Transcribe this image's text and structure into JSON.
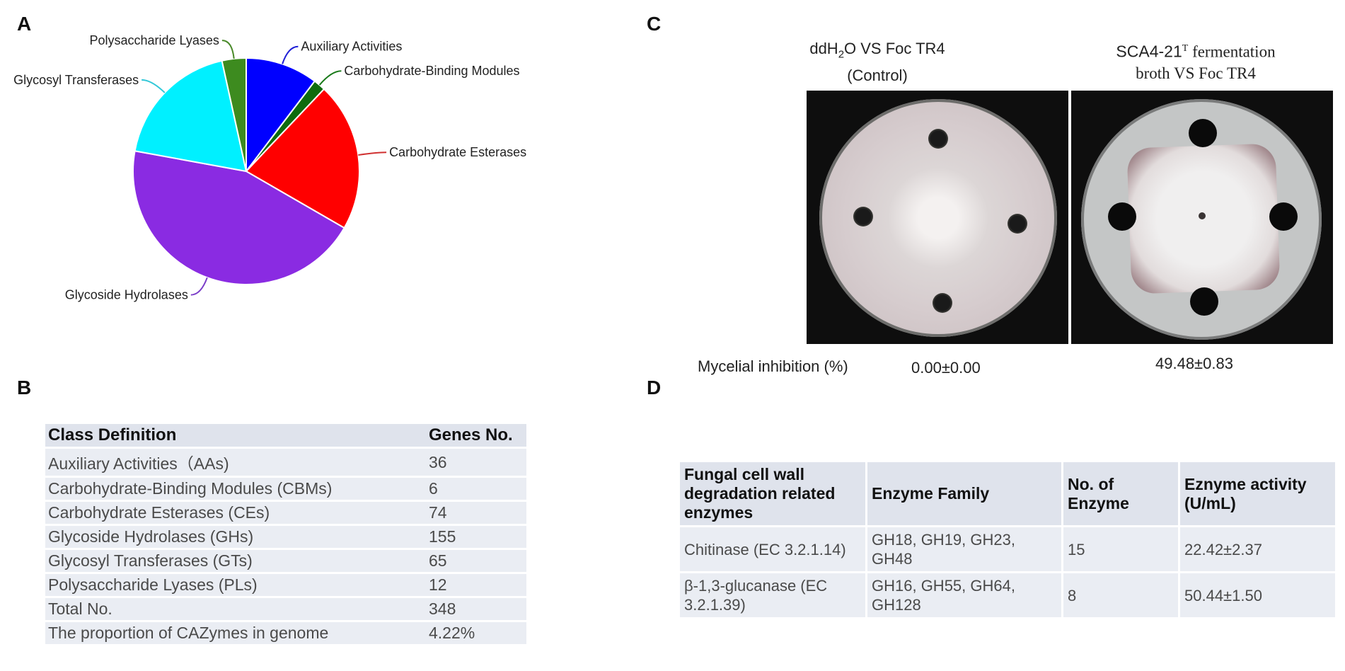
{
  "panels": {
    "a": "A",
    "b": "B",
    "c": "C",
    "d": "D"
  },
  "chart_data": {
    "type": "pie",
    "slices": [
      {
        "label": "Auxiliary Activities",
        "value": 36,
        "color": "#0000ff",
        "leader": "#1f1fd6"
      },
      {
        "label": "Carbohydrate-Binding Modules",
        "value": 6,
        "color": "#0e6b0e",
        "leader": "#1a7a1a"
      },
      {
        "label": "Carbohydrate Esterases",
        "value": 74,
        "color": "#ff0000",
        "leader": "#d03030"
      },
      {
        "label": "Glycoside Hydrolases",
        "value": 155,
        "color": "#8a2be2",
        "leader": "#7a3cc8"
      },
      {
        "label": "Glycosyl Transferases",
        "value": 65,
        "color": "#00f0ff",
        "leader": "#33c8d8"
      },
      {
        "label": "Polysaccharide Lyases",
        "value": 12,
        "color": "#3d8b1f",
        "leader": "#4a8a2a"
      }
    ]
  },
  "table_b": {
    "headers": [
      "Class Definition",
      "Genes No."
    ],
    "rows": [
      [
        "Auxiliary Activities（AAs)",
        "36"
      ],
      [
        "Carbohydrate-Binding Modules (CBMs)",
        "6"
      ],
      [
        "Carbohydrate Esterases (CEs)",
        "74"
      ],
      [
        "Glycoside Hydrolases (GHs)",
        "155"
      ],
      [
        "Glycosyl Transferases (GTs)",
        "65"
      ],
      [
        "Polysaccharide Lyases (PLs)",
        "12"
      ],
      [
        "Total No.",
        "348"
      ],
      [
        "The proportion of  CAZymes in genome",
        "4.22%"
      ]
    ]
  },
  "panel_c": {
    "control_title_line1_a": "ddH",
    "control_title_line1_sub": "2",
    "control_title_line1_b": "O VS Foc TR4",
    "control_title_line2": "(Control)",
    "treatment_title_line1_a": "SCA4-21",
    "treatment_title_line1_sup": "T",
    "treatment_title_line1_b": " fermentation",
    "treatment_title_line2": "broth VS Foc TR4",
    "inhibition_label": "Mycelial inhibition (%)",
    "control_value": "0.00±0.00",
    "treatment_value": "49.48±0.83"
  },
  "table_d": {
    "headers": [
      "Fungal cell wall degradation related enzymes",
      "Enzyme Family",
      "No. of Enzyme",
      "Eznyme activity (U/mL)"
    ],
    "rows": [
      [
        "Chitinase (EC 3.2.1.14)",
        "GH18, GH19, GH23, GH48",
        "15",
        "22.42±2.37"
      ],
      [
        "β-1,3-glucanase (EC 3.2.1.39)",
        "GH16, GH55, GH64, GH128",
        "8",
        "50.44±1.50"
      ]
    ]
  }
}
